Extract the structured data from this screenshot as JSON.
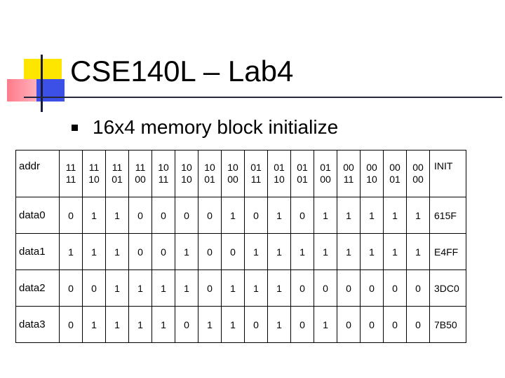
{
  "slide": {
    "title": "CSE140L – Lab4",
    "bullet": "16x4 memory block initialize"
  },
  "table": {
    "addr_label": "addr",
    "init_label": "INIT",
    "addr_columns": [
      [
        "11",
        "11"
      ],
      [
        "11",
        "10"
      ],
      [
        "11",
        "01"
      ],
      [
        "11",
        "00"
      ],
      [
        "10",
        "11"
      ],
      [
        "10",
        "10"
      ],
      [
        "10",
        "01"
      ],
      [
        "10",
        "00"
      ],
      [
        "01",
        "11"
      ],
      [
        "01",
        "10"
      ],
      [
        "01",
        "01"
      ],
      [
        "01",
        "00"
      ],
      [
        "00",
        "11"
      ],
      [
        "00",
        "10"
      ],
      [
        "00",
        "01"
      ],
      [
        "00",
        "00"
      ]
    ],
    "rows": [
      {
        "label": "data0",
        "bits": [
          "0",
          "1",
          "1",
          "0",
          "0",
          "0",
          "0",
          "1",
          "0",
          "1",
          "0",
          "1",
          "1",
          "1",
          "1",
          "1"
        ],
        "init": "615F"
      },
      {
        "label": "data1",
        "bits": [
          "1",
          "1",
          "1",
          "0",
          "0",
          "1",
          "0",
          "0",
          "1",
          "1",
          "1",
          "1",
          "1",
          "1",
          "1",
          "1"
        ],
        "init": "E4FF"
      },
      {
        "label": "data2",
        "bits": [
          "0",
          "0",
          "1",
          "1",
          "1",
          "1",
          "0",
          "1",
          "1",
          "1",
          "0",
          "0",
          "0",
          "0",
          "0",
          "0"
        ],
        "init": "3DC0"
      },
      {
        "label": "data3",
        "bits": [
          "0",
          "1",
          "1",
          "1",
          "1",
          "0",
          "1",
          "1",
          "0",
          "1",
          "0",
          "1",
          "0",
          "0",
          "0",
          "0"
        ],
        "init": "7B50"
      }
    ]
  }
}
